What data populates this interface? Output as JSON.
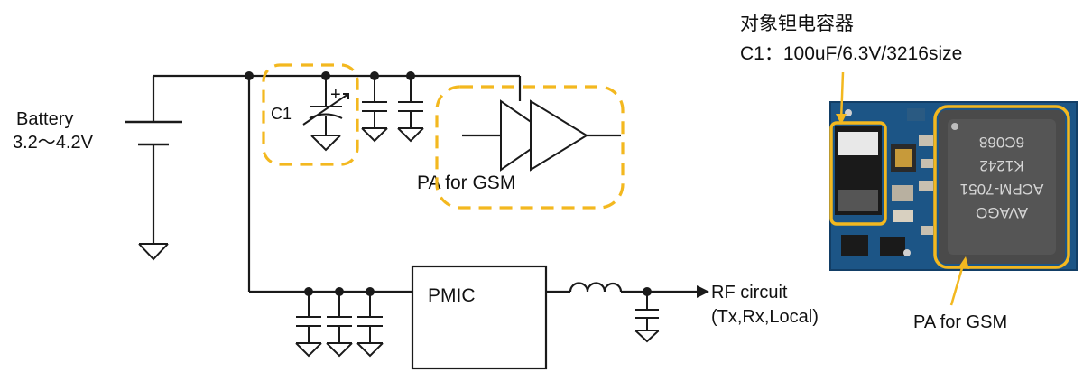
{
  "colors": {
    "wire": "#1a1a1a",
    "highlight": "#f3b81f",
    "board": "#1c5586",
    "chip": "#4a4a4a",
    "chip_text": "#d6d6d6"
  },
  "battery": {
    "label": "Battery",
    "voltage": "3.2～4.2V"
  },
  "capacitor": {
    "label": "C1",
    "polarity": "+"
  },
  "pa": {
    "label": "PA for GSM"
  },
  "pmic": {
    "label": "PMIC"
  },
  "rf": {
    "label": "RF circuit",
    "sub": "(Tx,Rx,Local)"
  },
  "photo": {
    "title_cn": "对象钽电容器",
    "spec": "C1：100uF/6.3V/3216size",
    "pa_label": "PA for GSM",
    "chip_lines": [
      "AVAGO",
      "ACPM-7051",
      "K1242",
      "6C068"
    ]
  }
}
